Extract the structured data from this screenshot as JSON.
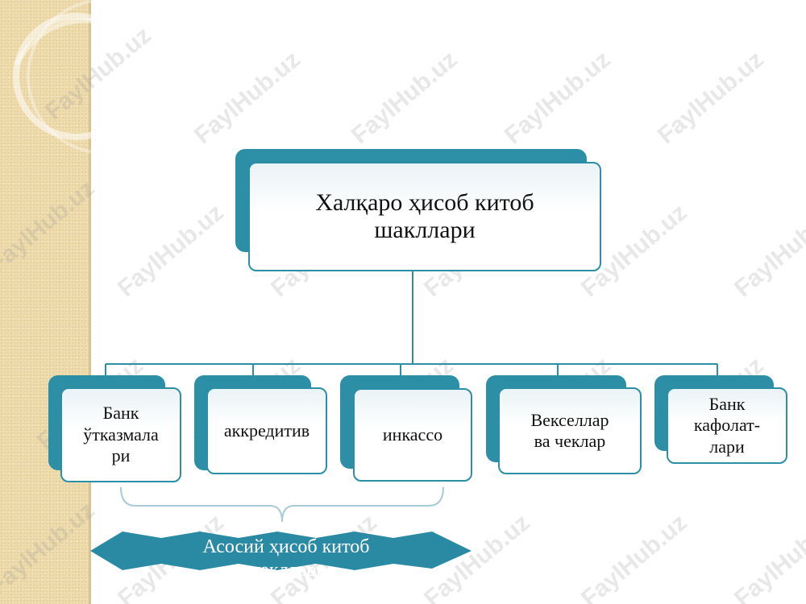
{
  "watermark": "FaylHub.uz",
  "root": {
    "label_line1": "Халқаро ҳисоб китоб",
    "label_line2": "шакллари"
  },
  "children": [
    {
      "lines": [
        "Банк",
        "ўтказмала",
        "ри"
      ]
    },
    {
      "lines": [
        "аккредитив"
      ]
    },
    {
      "lines": [
        "инкассо"
      ]
    },
    {
      "lines": [
        "Векселлар",
        "ва чеклар"
      ]
    },
    {
      "lines": [
        "Банк",
        "кафолат-",
        "лари"
      ]
    }
  ],
  "banner": {
    "line1": "Асосий ҳисоб китоб",
    "line2": "шакллари"
  },
  "colors": {
    "accent": "#2d8fa6",
    "banner": "#2b8aa3",
    "strip": "#efdcad"
  }
}
